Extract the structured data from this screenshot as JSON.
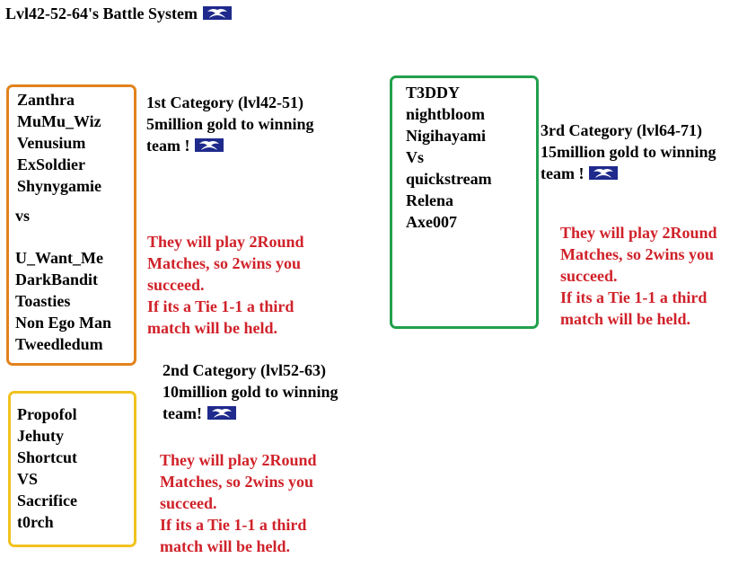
{
  "title": "Lvl42-52-64's Battle System",
  "cat1": {
    "heading": [
      "1st Category (lvl42-51)",
      "5million gold to winning",
      "team !"
    ],
    "team_a": [
      "Zanthra",
      "MuMu_Wiz",
      "Venusium",
      "ExSoldier",
      "Shynygamie"
    ],
    "vs": "vs",
    "team_b": [
      "U_Want_Me",
      "DarkBandit",
      "Toasties",
      "Non Ego Man",
      "Tweedledum"
    ],
    "rules": [
      "They will play 2Round",
      "Matches, so 2wins you",
      "succeed.",
      "If its a Tie 1-1 a third",
      "match will be held."
    ]
  },
  "cat2": {
    "heading": [
      "2nd Category (lvl52-63)",
      "10million gold to winning",
      "team!"
    ],
    "team_a": [
      "Propofol",
      "Jehuty",
      "Shortcut"
    ],
    "vs": "VS",
    "team_b": [
      "Sacrifice",
      "t0rch"
    ],
    "rules": [
      "They will play 2Round",
      "Matches, so 2wins you",
      "succeed.",
      "If its a Tie 1-1 a third",
      "match will be held."
    ]
  },
  "cat3": {
    "heading": [
      "3rd Category (lvl64-71)",
      "15million gold to winning",
      "team !"
    ],
    "team_a": [
      "T3DDY",
      "nightbloom",
      "Nigihayami"
    ],
    "vs": "Vs",
    "team_b": [
      "quickstream",
      "Relena",
      "Axe007"
    ],
    "rules": [
      "They will play 2Round",
      "Matches, so 2wins you",
      "succeed.",
      "If its a Tie 1-1 a third",
      "match will be held."
    ]
  },
  "colors": {
    "orange_border": "#e2821c",
    "yellow_border": "#f1c21e",
    "green_border": "#22a04b",
    "rules_text": "#d0222a",
    "flag_blue": "#1f2a8c"
  },
  "icons": {
    "flag": "winged-emblem-flag-icon"
  }
}
